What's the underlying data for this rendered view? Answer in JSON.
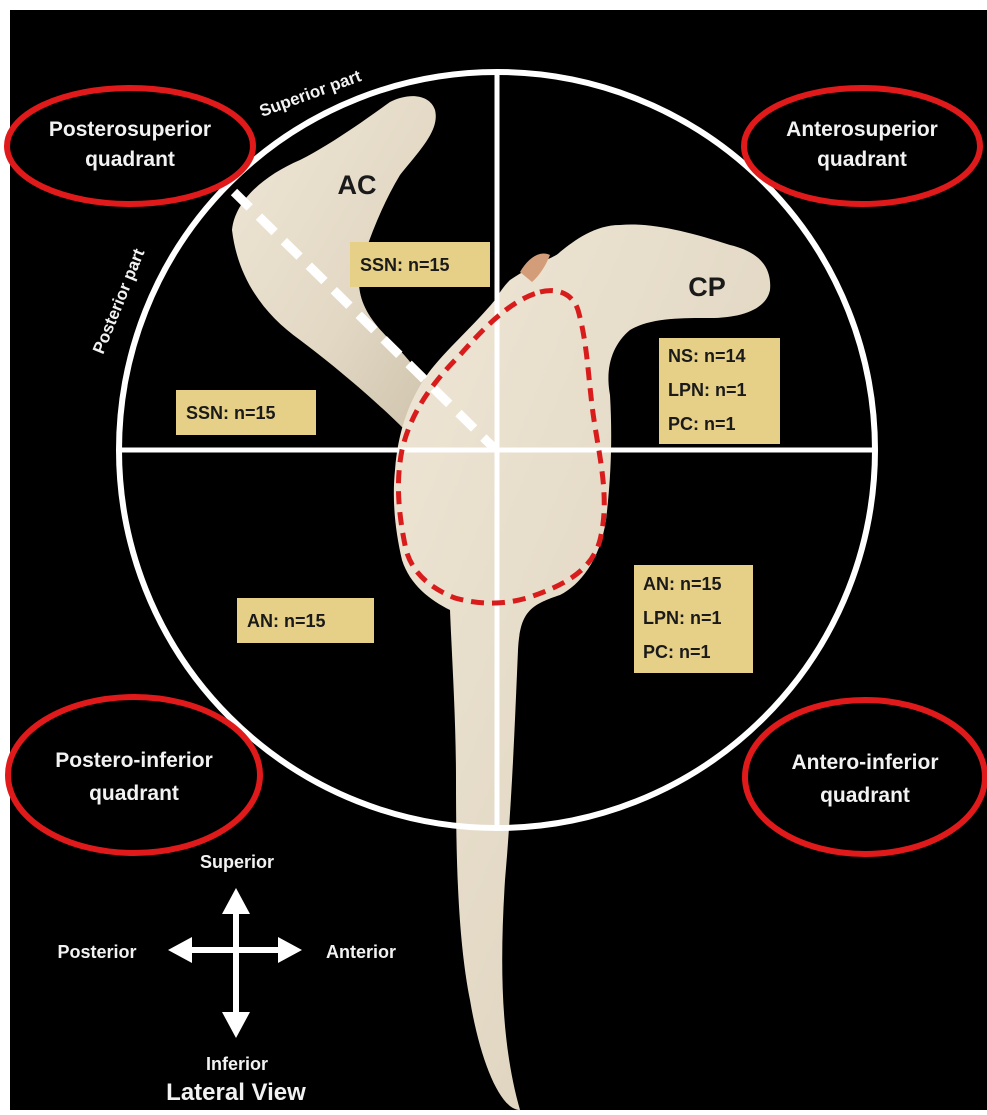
{
  "colors": {
    "background": "#000000",
    "circle": "#ffffff",
    "bone": "#e5dccb",
    "box_fill": "#e6cf86",
    "highlight_ellipse": "#e01a1a",
    "glenoid_outline": "#d81c1c"
  },
  "part_labels": {
    "superior": "Superior part",
    "posterior": "Posterior part"
  },
  "quadrants": {
    "posterosuperior": {
      "line1": "Posterosuperior",
      "line2": "quadrant"
    },
    "anterosuperior": {
      "line1": "Anterosuperior",
      "line2": "quadrant"
    },
    "postero_inferior": {
      "line1": "Postero-inferior",
      "line2": "quadrant"
    },
    "antero_inferior": {
      "line1": "Antero-inferior",
      "line2": "quadrant"
    }
  },
  "bone_labels": {
    "acromion": "AC",
    "coracoid": "CP"
  },
  "boxes": {
    "ssn_superior": [
      "SSN: n=15"
    ],
    "ssn_posterior": [
      "SSN: n=15"
    ],
    "anterosuperior": [
      "NS: n=14",
      "LPN: n=1",
      "PC: n=1"
    ],
    "postero_inferior": [
      "AN: n=15"
    ],
    "antero_inferior": [
      "AN: n=15",
      "LPN: n=1",
      "PC: n=1"
    ]
  },
  "orientation": {
    "superior": "Superior",
    "inferior": "Inferior",
    "posterior": "Posterior",
    "anterior": "Anterior"
  },
  "view_label": "Lateral View"
}
